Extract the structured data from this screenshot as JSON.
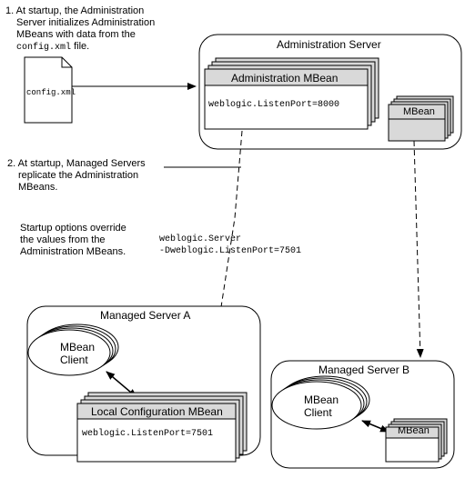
{
  "notes": {
    "step1": {
      "line1": "1. At startup, the Administration",
      "line2": "Server initializes Administration",
      "line3": "MBeans with data from the",
      "line4_code": "config.xml",
      "line4_rest": " file."
    },
    "step2": {
      "line1": "2. At startup, Managed Servers",
      "line2": "replicate the Administration",
      "line3": "MBeans."
    },
    "override": {
      "line1": "Startup options override",
      "line2": "the values from the",
      "line3": "Administration MBeans."
    },
    "startup_cmd": {
      "line1": "weblogic.Server",
      "line2": "-Dweblogic.ListenPort=7501"
    }
  },
  "config_file": {
    "label": "config.xml"
  },
  "admin_server": {
    "title": "Administration Server",
    "admin_mbean_label": "Administration MBean",
    "admin_mbean_value": "weblogic.ListenPort=8000",
    "mbean_label": "MBean"
  },
  "managed_a": {
    "title": "Managed Server A",
    "client_line1": "MBean",
    "client_line2": "Client",
    "local_mbean_label": "Local Configuration MBean",
    "local_mbean_value": "weblogic.ListenPort=7501"
  },
  "managed_b": {
    "title": "Managed Server B",
    "client_line1": "MBean",
    "client_line2": "Client",
    "mbean_label": "MBean"
  },
  "colors": {
    "mbean_fill": "#d9d9d9",
    "line": "#000000",
    "background": "#ffffff"
  }
}
